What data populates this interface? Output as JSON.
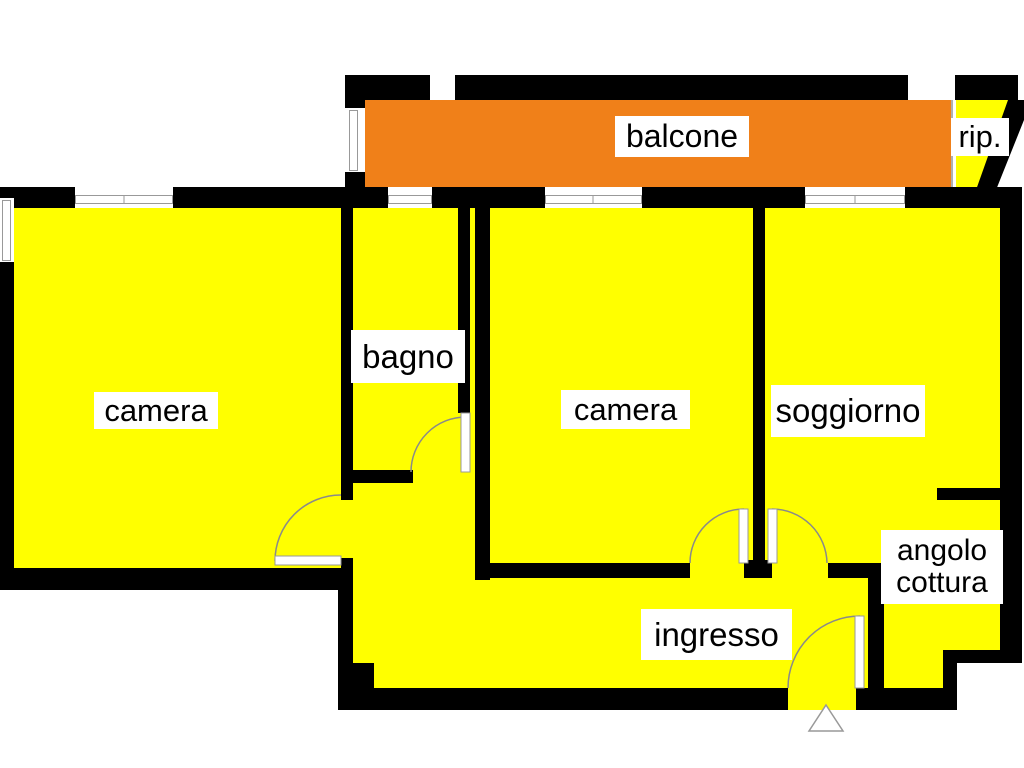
{
  "plan": {
    "type": "apartment-floorplan",
    "colors": {
      "wall": "#000000",
      "room_fill": "#ffff00",
      "balcony_fill": "#f08019",
      "background": "#ffffff",
      "door_arc": "#8a8a8a",
      "window_line": "#999999"
    },
    "rooms": {
      "balcone": {
        "label": "balcone"
      },
      "rip": {
        "label": "rip."
      },
      "camera_left": {
        "label": "camera"
      },
      "bagno": {
        "label": "bagno"
      },
      "camera_middle": {
        "label": "camera"
      },
      "soggiorno": {
        "label": "soggiorno"
      },
      "angolo_cottura": {
        "label_line1": "angolo",
        "label_line2": "cottura"
      },
      "ingresso": {
        "label": "ingresso"
      }
    }
  }
}
